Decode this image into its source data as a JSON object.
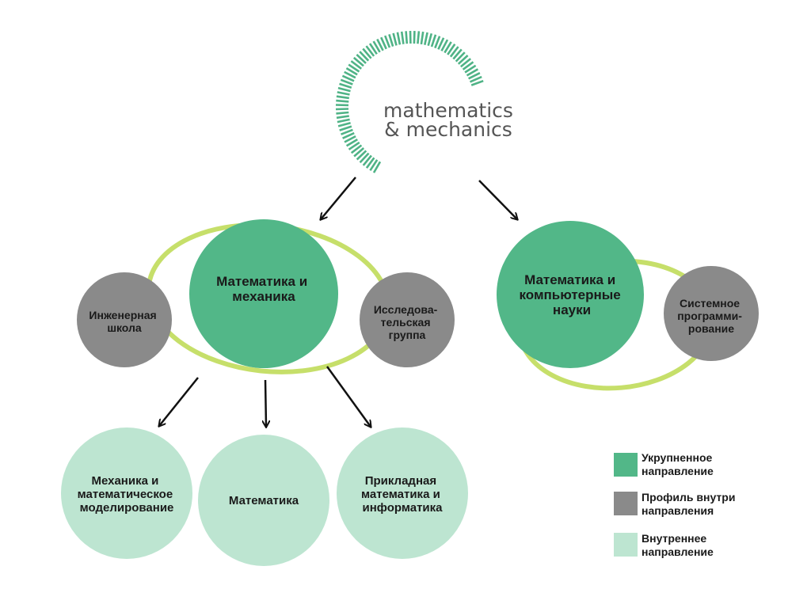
{
  "logo": {
    "line1": "mathematics",
    "line2": "& mechanics",
    "color": "#4fb386"
  },
  "colors": {
    "aggregated": "#52b788",
    "profile": "#8a8a8a",
    "inner": "#bde5d1",
    "ring": "#c6df6a",
    "arrow": "#111111",
    "text_dark": "#1a1a1a",
    "text_logo": "#555555"
  },
  "nodes": {
    "math_mech": {
      "lines": [
        "Математика и",
        "механика"
      ],
      "kind": "aggregated"
    },
    "math_cs": {
      "lines": [
        "Математика и",
        "компьютерные",
        "науки"
      ],
      "kind": "aggregated"
    },
    "eng_school": {
      "lines": [
        "Инженерная",
        "школа"
      ],
      "kind": "profile"
    },
    "research_group": {
      "lines": [
        "Исследова-",
        "тельская",
        "группа"
      ],
      "kind": "profile"
    },
    "sys_prog": {
      "lines": [
        "Системное",
        "программи-",
        "рование"
      ],
      "kind": "profile"
    },
    "mech_modeling": {
      "lines": [
        "Механика и",
        "математическое",
        "моделирование"
      ],
      "kind": "inner"
    },
    "mathematics": {
      "lines": [
        "Математика"
      ],
      "kind": "inner"
    },
    "applied_math": {
      "lines": [
        "Прикладная",
        "математика и",
        "информатика"
      ],
      "kind": "inner"
    }
  },
  "legend": {
    "items": [
      {
        "kind": "aggregated",
        "lines": [
          "Укрупненное",
          "направление"
        ]
      },
      {
        "kind": "profile",
        "lines": [
          "Профиль внутри",
          "направления"
        ]
      },
      {
        "kind": "inner",
        "lines": [
          "Внутреннее",
          "направление"
        ]
      }
    ]
  }
}
